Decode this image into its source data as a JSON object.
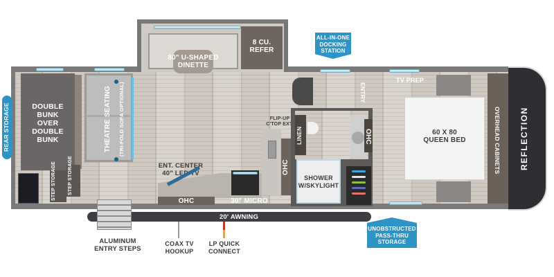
{
  "floorplan": {
    "brand": "REFLECTION",
    "rooms": {
      "rear_bunk": "DOUBLE\nBUNK\nOVER\nDOUBLE\nBUNK",
      "theatre_seating": "THEATRE SEATING",
      "theatre_seating_note": "(TRI-FOLD SOFA OPTIONAL)",
      "step_storage_1": "STEP\nSTORAGE",
      "step_storage_2": "STEP\nSTORAGE",
      "dinette": "80\" U-SHAPED\nDINETTE",
      "refer": "8 CU.\nREFER",
      "ent_center": "ENT. CENTER\n40\" LED TV",
      "ohc_kitchen": "OHC",
      "micro": "30\" MICRO",
      "flip_up": "FLIP-UP\nC'TOP EXT.",
      "ohc_galley": "OHC",
      "linen": "LINEN",
      "ohc_bath": "OHC",
      "shower": "SHOWER\nw/SKYLIGHT",
      "entry": "ENTRY",
      "tv_prep": "TV PREP",
      "queen_bed": "60 x 80\nQUEEN BED",
      "overhead_cabinets": "OVERHEAD CABINETS",
      "awning": "20' AWNING"
    },
    "callouts": {
      "rear_storage": "REAR STORAGE",
      "docking_station": "ALL-IN-ONE\nDOCKING\nSTATION",
      "pass_thru": "UNOBSTRUCTED\nPASS-THRU\nSTORAGE",
      "entry_steps": "ALUMINUM\nENTRY STEPS",
      "coax": "COAX TV\nHOOKUP",
      "lp": "LP QUICK\nCONNECT"
    },
    "colors": {
      "accent_blue": "#2e93c5",
      "wall": "#6b6b6b",
      "cabinet": "#6e635a",
      "cap": "#2f2f33",
      "lp_marker": "#c0392b"
    }
  }
}
